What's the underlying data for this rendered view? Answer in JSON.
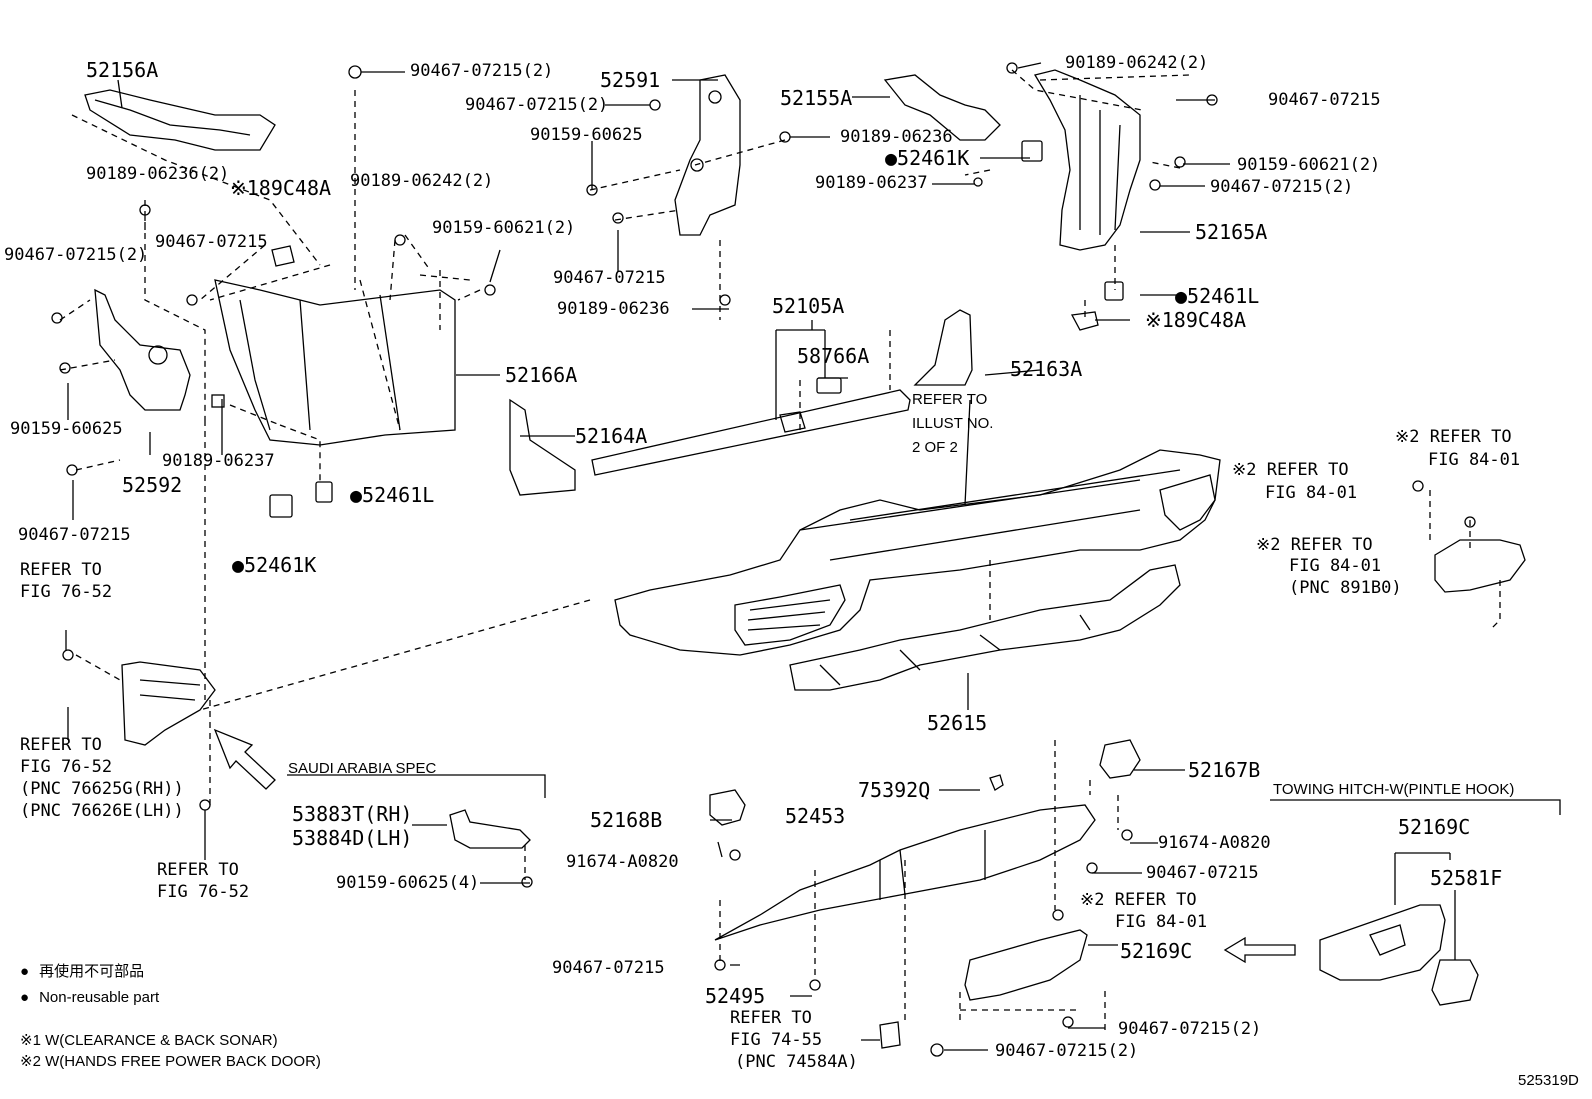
{
  "labels": {
    "p52156A": "52156A",
    "p90467_07215_2_a": "90467-07215(2)",
    "p52591": "52591",
    "p52155A": "52155A",
    "p90189_06242_2_a": "90189-06242(2)",
    "p90467_07215_a": "90467-07215",
    "p90467_07215_2_b": "90467-07215(2)",
    "p90159_60625_a": "90159-60625",
    "p90189_06236_a": "90189-06236",
    "p52461K_a": "52461K",
    "p90159_60621_2_a": "90159-60621(2)",
    "p90189_06237_a": "90189-06237",
    "p90467_07215_2_c": "90467-07215(2)",
    "p90189_06236_2": "90189-06236(2)",
    "p189C48A_a": "※189C48A",
    "p90189_06242_2_b": "90189-06242(2)",
    "p52165A": "52165A",
    "p90467_07215_b": "90467-07215",
    "p90467_07215_2_d": "90467-07215(2)",
    "p90159_60621_2_b": "90159-60621(2)",
    "p90467_07215_c": "90467-07215",
    "p90189_06236_b": "90189-06236",
    "p52461L_a": "52461L",
    "p189C48A_b": "※189C48A",
    "p52105A": "52105A",
    "p58766A": "58766A",
    "p52163A": "52163A",
    "p52166A": "52166A",
    "p90159_60625_b": "90159-60625",
    "p52164A": "52164A",
    "p52592": "52592",
    "p90189_06237_b": "90189-06237",
    "p52461L_b": "52461L",
    "p90467_07215_d": "90467-07215",
    "p52461K_b": "52461K",
    "refer_illust_1": "REFER TO",
    "refer_illust_2": "ILLUST NO.",
    "refer_illust_3": "2 OF 2",
    "ref2_a_1": "※2 REFER TO",
    "ref2_a_2": "FIG 84-01",
    "ref2_b_1": "※2 REFER TO",
    "ref2_b_2": "FIG 84-01",
    "ref2_c_1": "※2 REFER TO",
    "ref2_c_2": "FIG 84-01",
    "ref2_c_3": "(PNC 891B0)",
    "ref7652_a_1": "REFER TO",
    "ref7652_a_2": "FIG 76-52",
    "p52615": "52615",
    "ref7652_b_1": "REFER TO",
    "ref7652_b_2": "FIG 76-52",
    "ref7652_b_3": "(PNC 76625G(RH))",
    "ref7652_b_4": "(PNC 76626E(LH))",
    "ref7652_c_1": "REFER TO",
    "ref7652_c_2": "FIG 76-52",
    "saudi": "SAUDI ARABIA SPEC",
    "p53883T": "53883T(RH)",
    "p53884D": "53884D(LH)",
    "p90159_60625_4": "90159-60625(4)",
    "p75392Q": "75392Q",
    "p52167B": "52167B",
    "p52168B": "52168B",
    "p52453": "52453",
    "p91674_A0820_a": "91674-A0820",
    "p91674_A0820_b": "91674-A0820",
    "p90467_07215_e": "90467-07215",
    "ref2_d_1": "※2 REFER TO",
    "ref2_d_2": "FIG 84-01",
    "towing": "TOWING HITCH-W(PINTLE HOOK)",
    "p52169C_a": "52169C",
    "p52581F": "52581F",
    "p52169C_b": "52169C",
    "p90467_07215_f": "90467-07215",
    "p52495": "52495",
    "ref7455_1": "REFER TO",
    "ref7455_2": "FIG 74-55",
    "ref7455_3": "(PNC 74584A)",
    "p90467_07215_2_e": "90467-07215(2)",
    "p90467_07215_2_f": "90467-07215(2)",
    "legend_jp": "再使用不可部品",
    "legend_en": "Non-reusable part",
    "note1": "※1 W(CLEARANCE & BACK SONAR)",
    "note2": "※2 W(HANDS FREE POWER BACK DOOR)",
    "diagram_id": "525319D"
  }
}
